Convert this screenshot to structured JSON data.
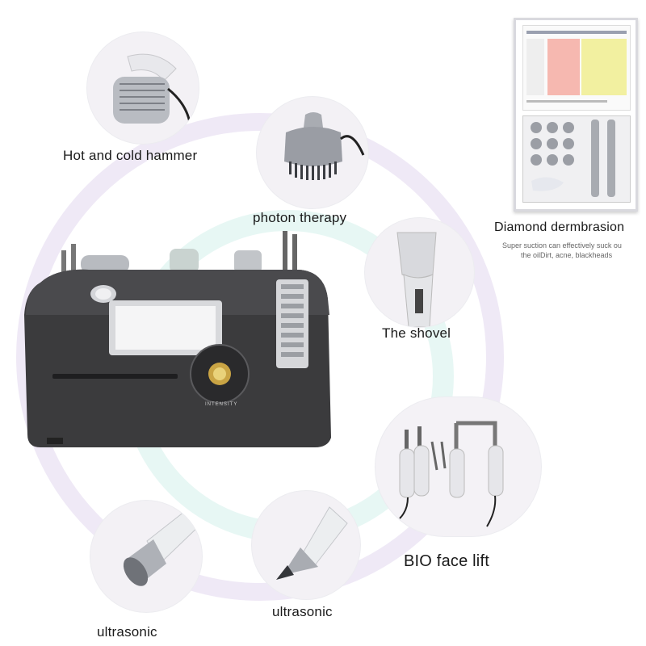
{
  "labels": {
    "hot_cold": "Hot and cold hammer",
    "photon": "photon therapy",
    "diamond": "Diamond dermbrasion",
    "diamond_desc_1": "Super suction can effectively suck ou",
    "diamond_desc_2": "the oilDirt, acne, blackheads",
    "shovel": "The shovel",
    "bio": "BIO face lift",
    "ultrasonic_right": "ultrasonic",
    "ultrasonic_left": "ultrasonic"
  },
  "device": {
    "knob_text": "INTENSITY"
  },
  "colors": {
    "ring_purple": "#e4dcf0",
    "ring_teal": "#d5f1ec",
    "circle_bg": "#f3f1f5",
    "device_body": "#3b3b3d"
  }
}
